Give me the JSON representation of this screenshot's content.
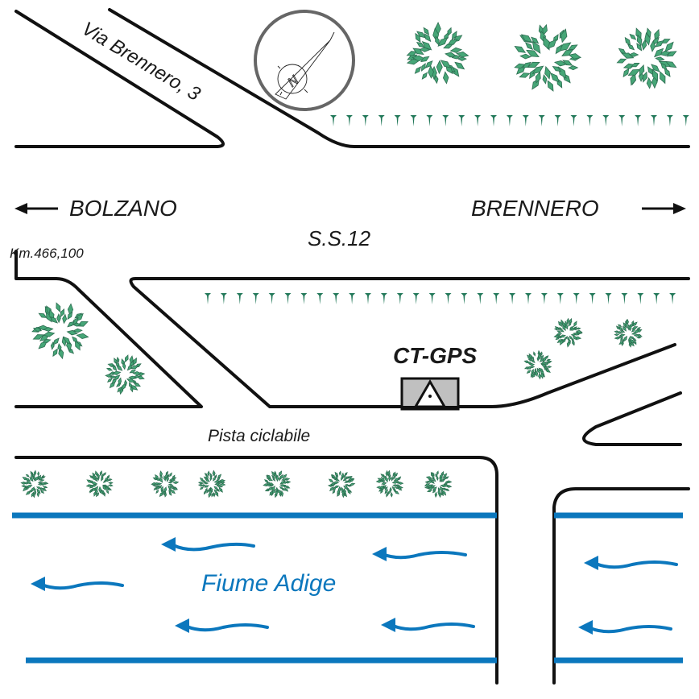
{
  "map": {
    "title": "Site map CT-GPS",
    "labels": {
      "street": "Via Brennero, 3",
      "west_direction": "BOLZANO",
      "east_direction": "BRENNERO",
      "highway": "S.S.12",
      "kilometer_marker": "Km.466,100",
      "station": "CT-GPS",
      "bike_path": "Pista ciclabile",
      "river": "Fiume Adige"
    },
    "compass": {
      "icon": "north-arrow-icon",
      "letter": "N"
    },
    "colors": {
      "road": "#111111",
      "river": "#0b77bd",
      "tree": "#46a677",
      "grass": "#23795a",
      "station_fill": "#c0c0c0"
    },
    "river_flow_direction": "west"
  }
}
